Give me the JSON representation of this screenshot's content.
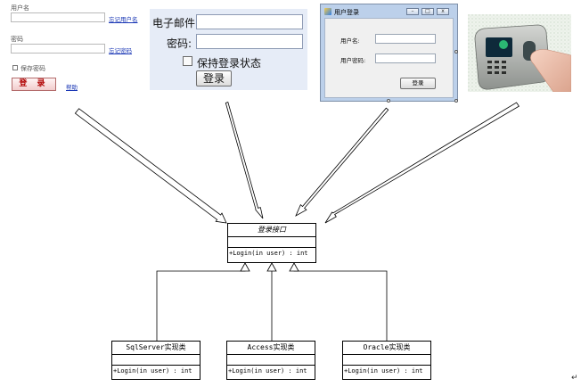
{
  "panel_web_login": {
    "username_label": "用户名",
    "forgot_username_link": "忘记用户名",
    "password_label": "密码",
    "forgot_password_link": "忘记密码",
    "remember_password_label": "保存密码",
    "login_button": "登 录",
    "help_link": "帮助"
  },
  "panel_email_login": {
    "email_label": "电子邮件:",
    "password_label": "密码:",
    "remember_state_label": "保持登录状态",
    "login_button": "登录"
  },
  "panel_winform_login": {
    "window_title": "用户登录",
    "minimize_glyph": "–",
    "maximize_glyph": "□",
    "close_glyph": "x",
    "username_label": "用户名:",
    "password_label": "用户密码:",
    "login_button": "登录"
  },
  "uml": {
    "interface": {
      "name": "登录接口",
      "operation": "+Login(in user) : int"
    },
    "classes": [
      {
        "name": "SqlServer实现类",
        "operation": "+Login(in user) : int"
      },
      {
        "name": "Access实现类",
        "operation": "+Login(in user) : int"
      },
      {
        "name": "Oracle实现类",
        "operation": "+Login(in user) : int"
      }
    ]
  },
  "corner_mark": "↵"
}
